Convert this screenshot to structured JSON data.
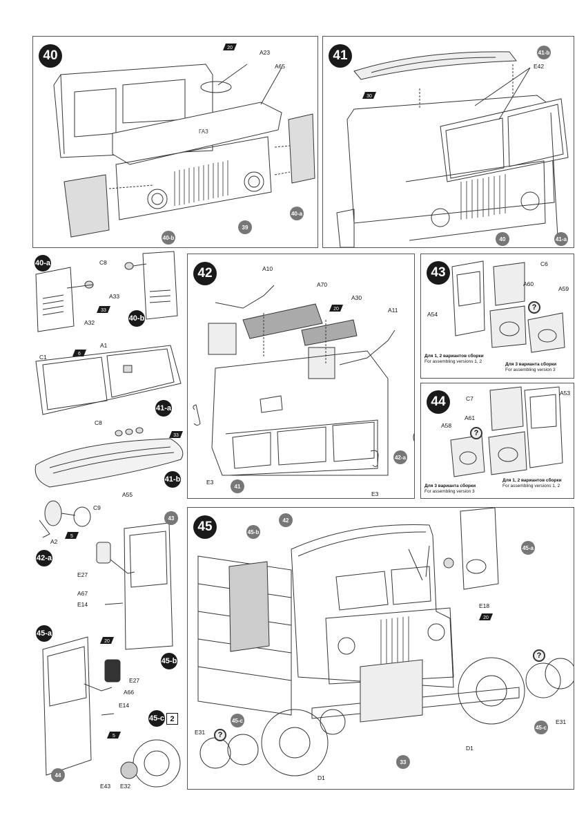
{
  "steps": {
    "s40": {
      "number": "40",
      "labels": {
        "a23": "A23",
        "a65": "A65",
        "paint": "20",
        "p39": "39",
        "p40a": "40-a",
        "p40b": "40-b"
      }
    },
    "s41": {
      "number": "41",
      "labels": {
        "p41b": "41-b",
        "e42": "E42",
        "paint": "30",
        "p40": "40",
        "p41a": "41-a"
      }
    },
    "s40a": {
      "number": "40-a",
      "labels": {
        "c8": "C8",
        "paint": "33",
        "a33": "A33",
        "a32": "A32",
        "p40b": "40-b"
      }
    },
    "s41a": {
      "number": "41-a",
      "labels": {
        "c1": "C1",
        "a1": "A1",
        "paint": "6"
      }
    },
    "s41b": {
      "number": "41-b",
      "labels": {
        "c8": "C8",
        "paint": "33",
        "a55": "A55"
      }
    },
    "s42": {
      "number": "42",
      "labels": {
        "a10": "A10",
        "a70": "A70",
        "paint": "20",
        "a30": "A30",
        "a11": "A11",
        "e3_left": "E3",
        "e3_right": "E3",
        "p41": "41",
        "p42a": "42-a"
      }
    },
    "s43": {
      "number": "43",
      "labels": {
        "c6": "C6",
        "a60": "A60",
        "a59": "A59",
        "a54": "A54"
      },
      "note_left_ru": "Для 1, 2 вариантов сборки",
      "note_left_en": "For assembling versions 1, 2",
      "note_right_ru": "Для 3 варианта сборки",
      "note_right_en": "For assembling version 3"
    },
    "s44": {
      "number": "44",
      "labels": {
        "c7": "C7",
        "a53": "A53",
        "a58": "A58",
        "a61": "A61"
      },
      "note_left_ru": "Для 3 варианта сборки",
      "note_left_en": "For assembling version 3",
      "note_right_ru": "Для 1, 2 вариантов сборки",
      "note_right_en": "For assembling versions 1, 2"
    },
    "s42a": {
      "number": "42-a",
      "labels": {
        "c9": "C9",
        "a2": "A2",
        "paint": "5"
      }
    },
    "s45b": {
      "number": "45-b",
      "labels": {
        "p43": "43",
        "e27": "E27",
        "a67": "A67",
        "e14": "E14"
      }
    },
    "s45a": {
      "number": "45-a",
      "labels": {
        "paint": "20",
        "e27": "E27",
        "a66": "A66",
        "e14": "E14",
        "paint2": "5",
        "p44": "44"
      }
    },
    "s45c": {
      "number": "45-c",
      "count": "2",
      "labels": {
        "e43": "E43",
        "e32": "E32"
      }
    },
    "s45": {
      "number": "45",
      "labels": {
        "p42": "42",
        "p45b": "45-b",
        "p45a": "45-a",
        "e18": "E18",
        "paint": "20",
        "p45c_left": "45-c",
        "e31_left": "E31",
        "d1_left": "D1",
        "p33": "33",
        "d1_right": "D1",
        "e31_right": "E31",
        "p45c_right": "45-c"
      }
    }
  },
  "colors": {
    "ink": "#111111",
    "badge": "#777777",
    "step_bg": "#1a1a1a",
    "paint_bg": "#1a1a1a"
  },
  "icons": [
    "paint-code-icon",
    "question-mark-icon",
    "step-number-icon"
  ]
}
